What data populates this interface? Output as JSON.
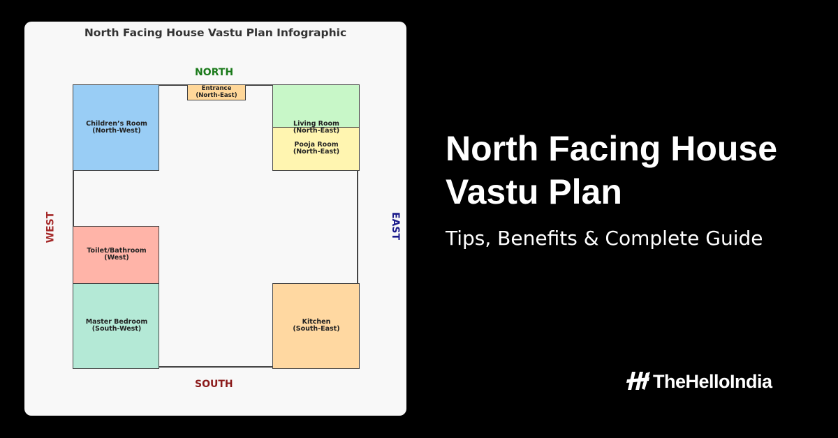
{
  "infographic": {
    "title": "North Facing House Vastu Plan Infographic",
    "directions": {
      "north": "NORTH",
      "south": "SOUTH",
      "east": "EAST",
      "west": "WEST"
    },
    "rooms": [
      {
        "name": "Children’s Room",
        "zone": "(North-West)",
        "color": "#99cdf5"
      },
      {
        "name": "Entrance",
        "zone": "(North-East)",
        "color": "#ffd799"
      },
      {
        "name": "Living Room",
        "zone": "(North-East)",
        "color": "#c8f7c8"
      },
      {
        "name": "Pooja Room",
        "zone": "(North-East)",
        "color": "#fff5b0"
      },
      {
        "name": "Toilet/Bathroom",
        "zone": "(West)",
        "color": "#ffb4a8"
      },
      {
        "name": "Master Bedroom",
        "zone": "(South-West)",
        "color": "#b4e9d6"
      },
      {
        "name": "Kitchen",
        "zone": "(South-East)",
        "color": "#ffd8a1"
      }
    ]
  },
  "headline": {
    "line1": "North Facing House",
    "line2": "Vastu Plan",
    "subtitle": "Tips, Benefits & Complete Guide"
  },
  "brand": {
    "name": "TheHelloIndia"
  }
}
